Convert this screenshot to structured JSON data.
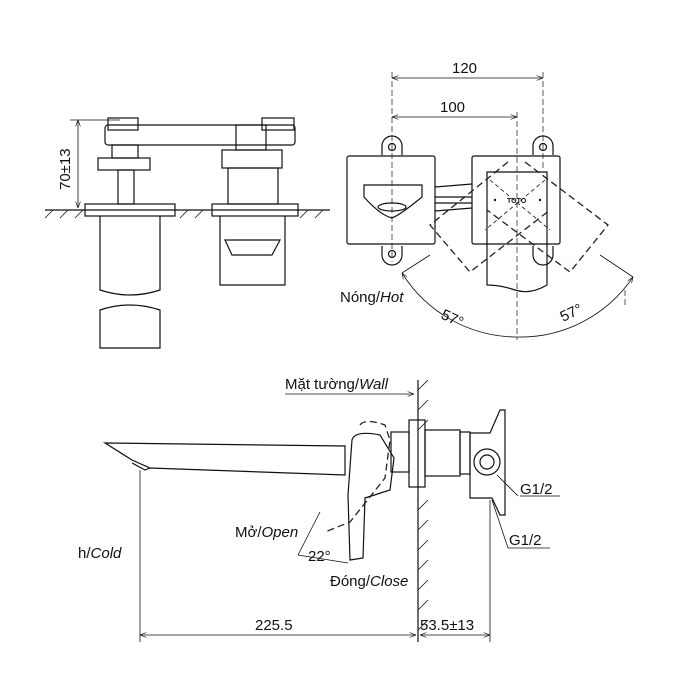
{
  "front_view": {
    "height_dim": "70±13"
  },
  "top_view": {
    "dim_outer": "120",
    "dim_inner": "100",
    "hot_label_vi": "Nóng/",
    "hot_label_en": "Hot",
    "angle_left": "57°",
    "angle_right": "57°",
    "logo_text": "TOTO"
  },
  "side_view": {
    "wall_label_vi": "Mặt tường/",
    "wall_label_en": "Wall",
    "open_label_vi": "Mở/",
    "open_label_en": "Open",
    "lever_angle": "22°",
    "close_label_vi": "Đóng/",
    "close_label_en": "Close",
    "cold_label_vi": "h/",
    "cold_label_en": "Cold",
    "thread_1": "G1/2",
    "thread_2": "G1/2",
    "dim_spout": "225.5",
    "dim_wall": "53.5±13"
  }
}
